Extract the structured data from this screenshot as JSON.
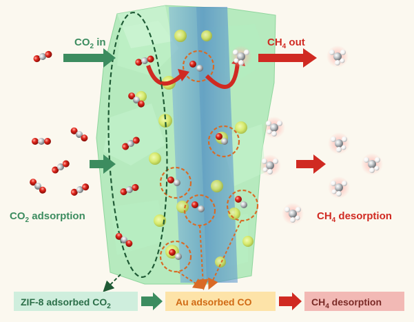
{
  "labels": {
    "co2_in_prefix": "CO",
    "co2_in_sub": "2",
    "co2_in_suffix": " in",
    "ch4_out_prefix": "CH",
    "ch4_out_sub": "4",
    "ch4_out_suffix": " out",
    "co2_ads_prefix": "CO",
    "co2_ads_sub": "2",
    "co2_ads_suffix": " adsorption",
    "ch4_des_prefix": "CH",
    "ch4_des_sub": "4",
    "ch4_des_suffix": " desorption"
  },
  "flow": {
    "step1_prefix": "ZIF-8 adsorbed CO",
    "step1_sub": "2",
    "step2": "Au adsorbed CO",
    "step3_prefix": "CH",
    "step3_sub": "4",
    "step3_suffix": " desorption"
  },
  "colors": {
    "green_accent": "#3c8c5f",
    "red_accent": "#d02a22",
    "crystal_green": "#8fe0a0",
    "channel_blue": "#6fa8d6",
    "au_yellow": "#e8ef60",
    "box1": "#cfeedd",
    "box2": "#fde3a8",
    "box3": "#f2b9b5",
    "dashed_orange": "#d96a25",
    "dashed_green": "#1f5a35"
  }
}
